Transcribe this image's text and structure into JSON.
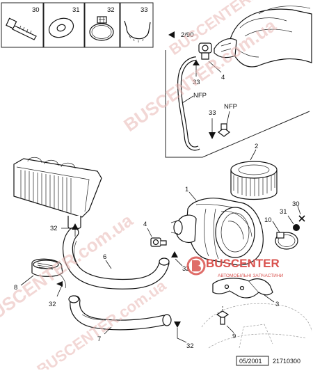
{
  "legend": {
    "items": [
      {
        "number": "30",
        "icon": "bolt-icon"
      },
      {
        "number": "31",
        "icon": "washer-icon"
      },
      {
        "number": "32",
        "icon": "hose-clamp-icon"
      },
      {
        "number": "33",
        "icon": "spring-clip-icon"
      }
    ]
  },
  "detail_box": {
    "reference": "2/90",
    "labels": {
      "sensor": "4",
      "clip_a": "33",
      "nfp_a": "NFP",
      "clip_b": "33",
      "nfp_b": "NFP"
    }
  },
  "callouts": {
    "filter_element": "2",
    "filter_housing": "1",
    "sensor": "4",
    "clamp_10": "10",
    "washer": "31",
    "bolt": "30",
    "hose_6": "6",
    "clamp_32_top": "32",
    "clamp_32_mid": "32",
    "clamp_32_left": "32",
    "clamp_32_bottom": "32",
    "intake_grille": "8",
    "hose_7": "7",
    "bracket": "3",
    "fastener": "9"
  },
  "watermark": {
    "brand": "BUSCENTER",
    "brand_sub": "АВТОМОБІЛЬНІ ЗАПЧАСТИНИ",
    "site": "BUSCENTER.com.ua"
  },
  "footer": {
    "date": "05/2001",
    "reference": "21710300"
  },
  "colors": {
    "watermark": "#d9534f",
    "line": "#111111",
    "frame": "#222222"
  }
}
